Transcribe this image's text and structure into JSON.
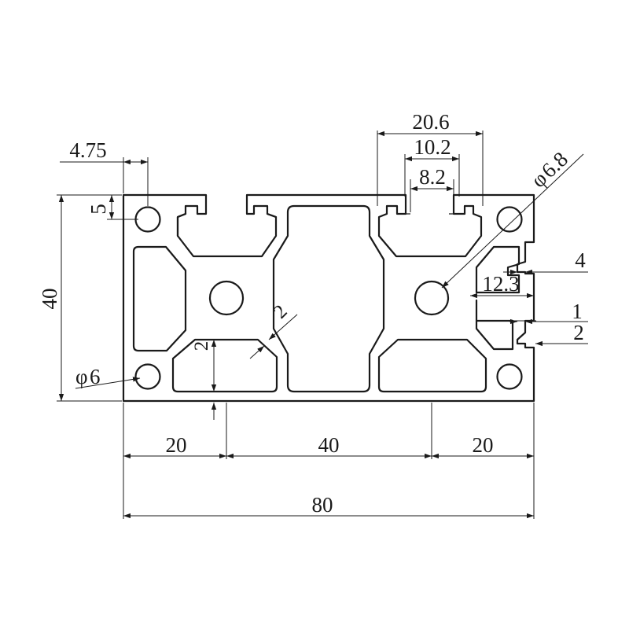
{
  "dimensions": {
    "width_total": "80",
    "width_left": "20",
    "width_middle": "40",
    "width_right": "20",
    "height": "40",
    "slot_outer": "20.6",
    "slot_mid": "10.2",
    "slot_inner": "8.2",
    "bore_diameter": "6.8",
    "edge_offset": "4.75",
    "edge_vertical": "5",
    "corner_hole": "6",
    "wall_inner": "2",
    "wall_diag": "2",
    "slot_depth": "12.3",
    "lip_width": "4",
    "lip_top": "1",
    "lip_bottom": "2"
  },
  "symbols": {
    "diameter": "φ"
  },
  "colors": {
    "line": "#1a1a1a",
    "background": "#ffffff"
  }
}
